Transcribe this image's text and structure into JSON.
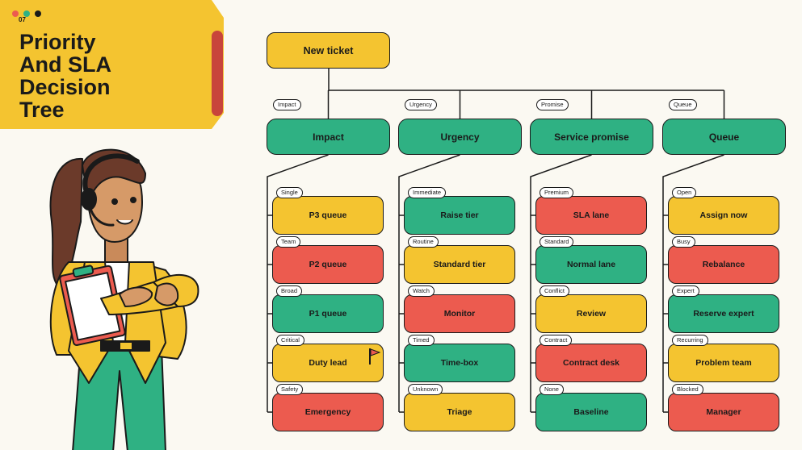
{
  "slide": {
    "number": "07",
    "title": "Priority\nAnd SLA\nDecision\nTree"
  },
  "colors": {
    "yellow": "#f4c430",
    "red": "#ec5b4f",
    "green": "#2fb183",
    "ink": "#1a1a1a",
    "background": "#fbf9f2",
    "accent_tab": "#c8453b"
  },
  "root": {
    "label": "New ticket"
  },
  "branches": [
    {
      "tag": "Impact",
      "label": "Impact",
      "leaves": [
        {
          "tag": "Single",
          "label": "P3 queue",
          "color": "yellow"
        },
        {
          "tag": "Team",
          "label": "P2 queue",
          "color": "red"
        },
        {
          "tag": "Broad",
          "label": "P1 queue",
          "color": "green"
        },
        {
          "tag": "Critical",
          "label": "Duty lead",
          "color": "yellow",
          "icon": "flag-icon"
        },
        {
          "tag": "Safety",
          "label": "Emergency",
          "color": "red"
        }
      ]
    },
    {
      "tag": "Urgency",
      "label": "Urgency",
      "leaves": [
        {
          "tag": "Immediate",
          "label": "Raise tier",
          "color": "green"
        },
        {
          "tag": "Routine",
          "label": "Standard tier",
          "color": "yellow"
        },
        {
          "tag": "Watch",
          "label": "Monitor",
          "color": "red"
        },
        {
          "tag": "Timed",
          "label": "Time-box",
          "color": "green"
        },
        {
          "tag": "Unknown",
          "label": "Triage",
          "color": "yellow"
        }
      ]
    },
    {
      "tag": "Promise",
      "label": "Service promise",
      "leaves": [
        {
          "tag": "Premium",
          "label": "SLA lane",
          "color": "red"
        },
        {
          "tag": "Standard",
          "label": "Normal lane",
          "color": "green"
        },
        {
          "tag": "Conflict",
          "label": "Review",
          "color": "yellow"
        },
        {
          "tag": "Contract",
          "label": "Contract desk",
          "color": "red"
        },
        {
          "tag": "None",
          "label": "Baseline",
          "color": "green"
        }
      ]
    },
    {
      "tag": "Queue",
      "label": "Queue",
      "leaves": [
        {
          "tag": "Open",
          "label": "Assign now",
          "color": "yellow"
        },
        {
          "tag": "Busy",
          "label": "Rebalance",
          "color": "red"
        },
        {
          "tag": "Expert",
          "label": "Reserve expert",
          "color": "green"
        },
        {
          "tag": "Recurring",
          "label": "Problem team",
          "color": "yellow"
        },
        {
          "tag": "Blocked",
          "label": "Manager",
          "color": "red"
        }
      ]
    }
  ],
  "illustration": {
    "subject": "support-agent-with-headset-and-clipboard"
  }
}
